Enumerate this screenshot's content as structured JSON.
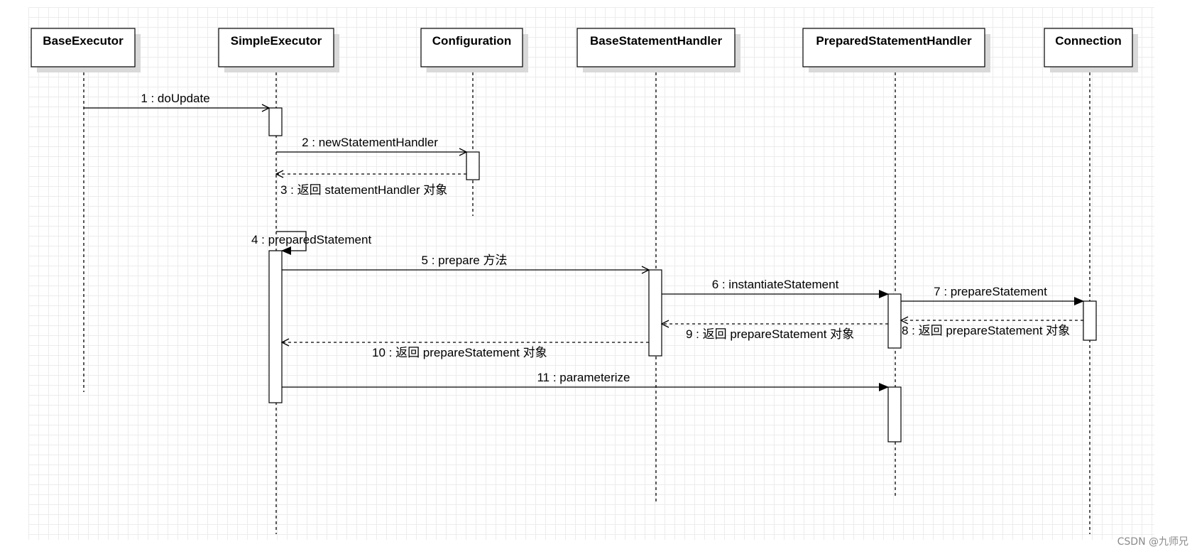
{
  "participants": [
    {
      "id": "p0",
      "name": "BaseExecutor"
    },
    {
      "id": "p1",
      "name": "SimpleExecutor"
    },
    {
      "id": "p2",
      "name": "Configuration"
    },
    {
      "id": "p3",
      "name": "BaseStatementHandler"
    },
    {
      "id": "p4",
      "name": "PreparedStatementHandler"
    },
    {
      "id": "p5",
      "name": "Connection"
    }
  ],
  "messages": [
    {
      "label": "1 : doUpdate",
      "from": "p0",
      "to": "p1",
      "kind": "call",
      "arrow": "open"
    },
    {
      "label": "2 : newStatementHandler",
      "from": "p1",
      "to": "p2",
      "kind": "call",
      "arrow": "open"
    },
    {
      "label": "3 : 返回 statementHandler 对象",
      "from": "p2",
      "to": "p1",
      "kind": "return",
      "arrow": "open"
    },
    {
      "label": "4 : preparedStatement",
      "from": "p1",
      "to": "p1",
      "kind": "self",
      "arrow": "filled"
    },
    {
      "label": "5 : prepare 方法",
      "from": "p1",
      "to": "p3",
      "kind": "call",
      "arrow": "open"
    },
    {
      "label": "6 : instantiateStatement",
      "from": "p3",
      "to": "p4",
      "kind": "call",
      "arrow": "filled"
    },
    {
      "label": "7 : prepareStatement",
      "from": "p4",
      "to": "p5",
      "kind": "call",
      "arrow": "filled"
    },
    {
      "label": "8 : 返回 prepareStatement 对象",
      "from": "p5",
      "to": "p4",
      "kind": "return",
      "arrow": "open"
    },
    {
      "label": "9 : 返回 prepareStatement 对象",
      "from": "p4",
      "to": "p3",
      "kind": "return",
      "arrow": "open"
    },
    {
      "label": "10 : 返回 prepareStatement 对象",
      "from": "p3",
      "to": "p1",
      "kind": "return",
      "arrow": "open"
    },
    {
      "label": "11 : parameterize",
      "from": "p1",
      "to": "p4",
      "kind": "call",
      "arrow": "filled"
    }
  ],
  "watermark": "CSDN @九师兄"
}
